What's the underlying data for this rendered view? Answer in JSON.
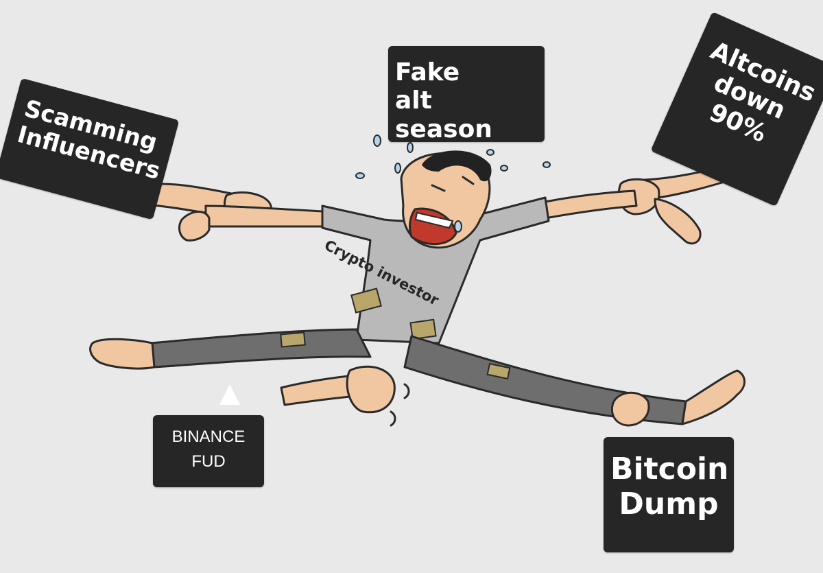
{
  "labels": {
    "top_left": "Scamming\nInfluencers",
    "top_center": "Fake\nalt season",
    "top_right": "Altcoins\ndown\n90%",
    "bottom_left": "BINANCE\nFUD",
    "bottom_right": "Bitcoin\nDump"
  },
  "caption": "Crypto investor",
  "colors": {
    "background": "#e9e9ea",
    "label_bg": "#262626",
    "label_text": "#ffffff",
    "skin": "#f1c7a1",
    "shirt": "#b9b9b9",
    "pants": "#6e6e6e",
    "patch": "#b9a66b"
  }
}
